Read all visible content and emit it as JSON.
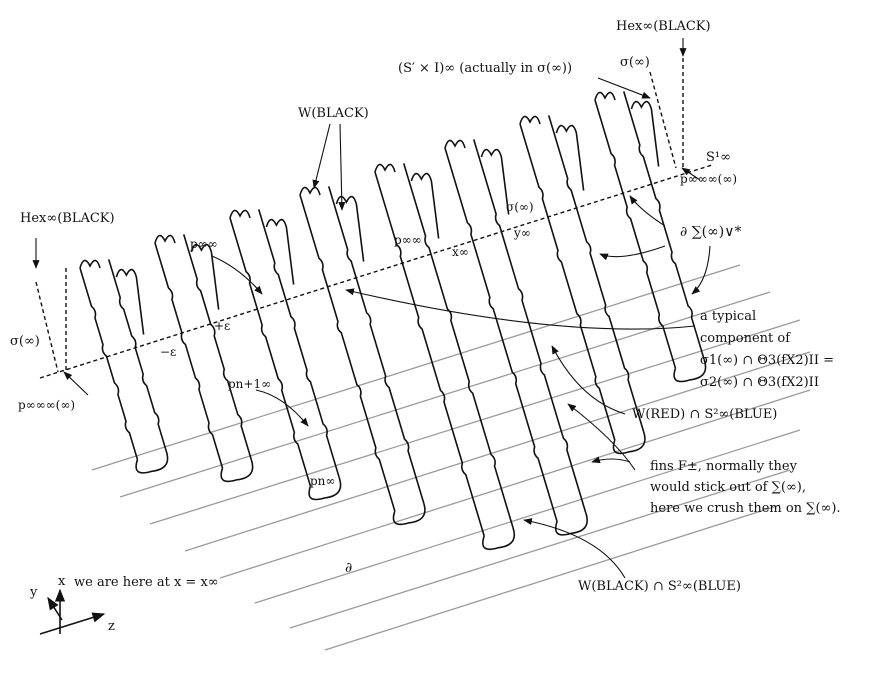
{
  "labels": {
    "hex_black_top": "Hex∞(BLACK)",
    "sigma_inf_top": "σ(∞)",
    "s_prime_times_i": "(S′ × I)∞ (actually in σ(∞))",
    "w_black": "W(BLACK)",
    "s_one_inf": "S¹∞",
    "p_inf_inf_inf_top": "p∞∞∞(∞)",
    "sigma_inf_mid": "σ(∞)",
    "y_inf": "y∞",
    "x_inf": "x∞",
    "p_inf_inf_a": "p∞∞",
    "p_inf_inf_b": "p∞∞",
    "partial_sum": "∂ ∑(∞)∨*",
    "hex_black_left": "Hex∞(BLACK)",
    "sigma_inf_left": "σ(∞)",
    "p_inf_inf_inf_left": "p∞∞∞(∞)",
    "minus_eps": "−ε",
    "plus_eps": "+ε",
    "p_n1_inf": "pn+1∞",
    "p_n_inf": "pn∞",
    "partial": "∂",
    "typical_1": "a typical",
    "typical_2": "component of",
    "typical_3": "σ1(∞) ∩ Θ3(fX2)II =",
    "typical_4": "σ2(∞) ∩ Θ3(fX2)II",
    "w_red": "W(RED) ∩ S²∞(BLUE)",
    "fins_1": "fins F±, normally they",
    "fins_2": "would stick out of ∑(∞),",
    "fins_3": "here we crush them on ∑(∞).",
    "w_black_blue": "W(BLACK) ∩ S²∞(BLUE)",
    "here_note": "we are here at x = x∞",
    "axis_x": "x",
    "axis_y": "y",
    "axis_z": "z"
  }
}
